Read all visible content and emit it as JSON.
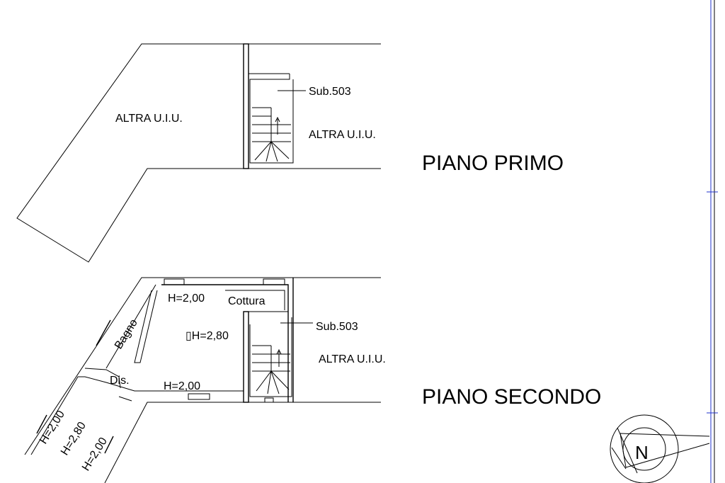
{
  "drawing": {
    "floor1_title": "PIANO PRIMO",
    "floor2_title": "PIANO SECONDO",
    "floor1": {
      "other_unit_left": "ALTRA U.I.U.",
      "other_unit_right": "ALTRA U.I.U.",
      "sub_label": "Sub.503"
    },
    "floor2": {
      "sub_label": "Sub.503",
      "other_unit": "ALTRA U.I.U.",
      "room_bagno": "Bagno",
      "room_cottura": "Cottura",
      "room_dis": "Dis.",
      "height_top": "H=2,00",
      "height_center": "▯H=2,80",
      "height_bottom": "H=2,00",
      "height_sw_a": "H=2,00",
      "height_sw_b": "H=2,80",
      "height_sw_c": "H=2,00"
    },
    "compass_label": "N"
  }
}
